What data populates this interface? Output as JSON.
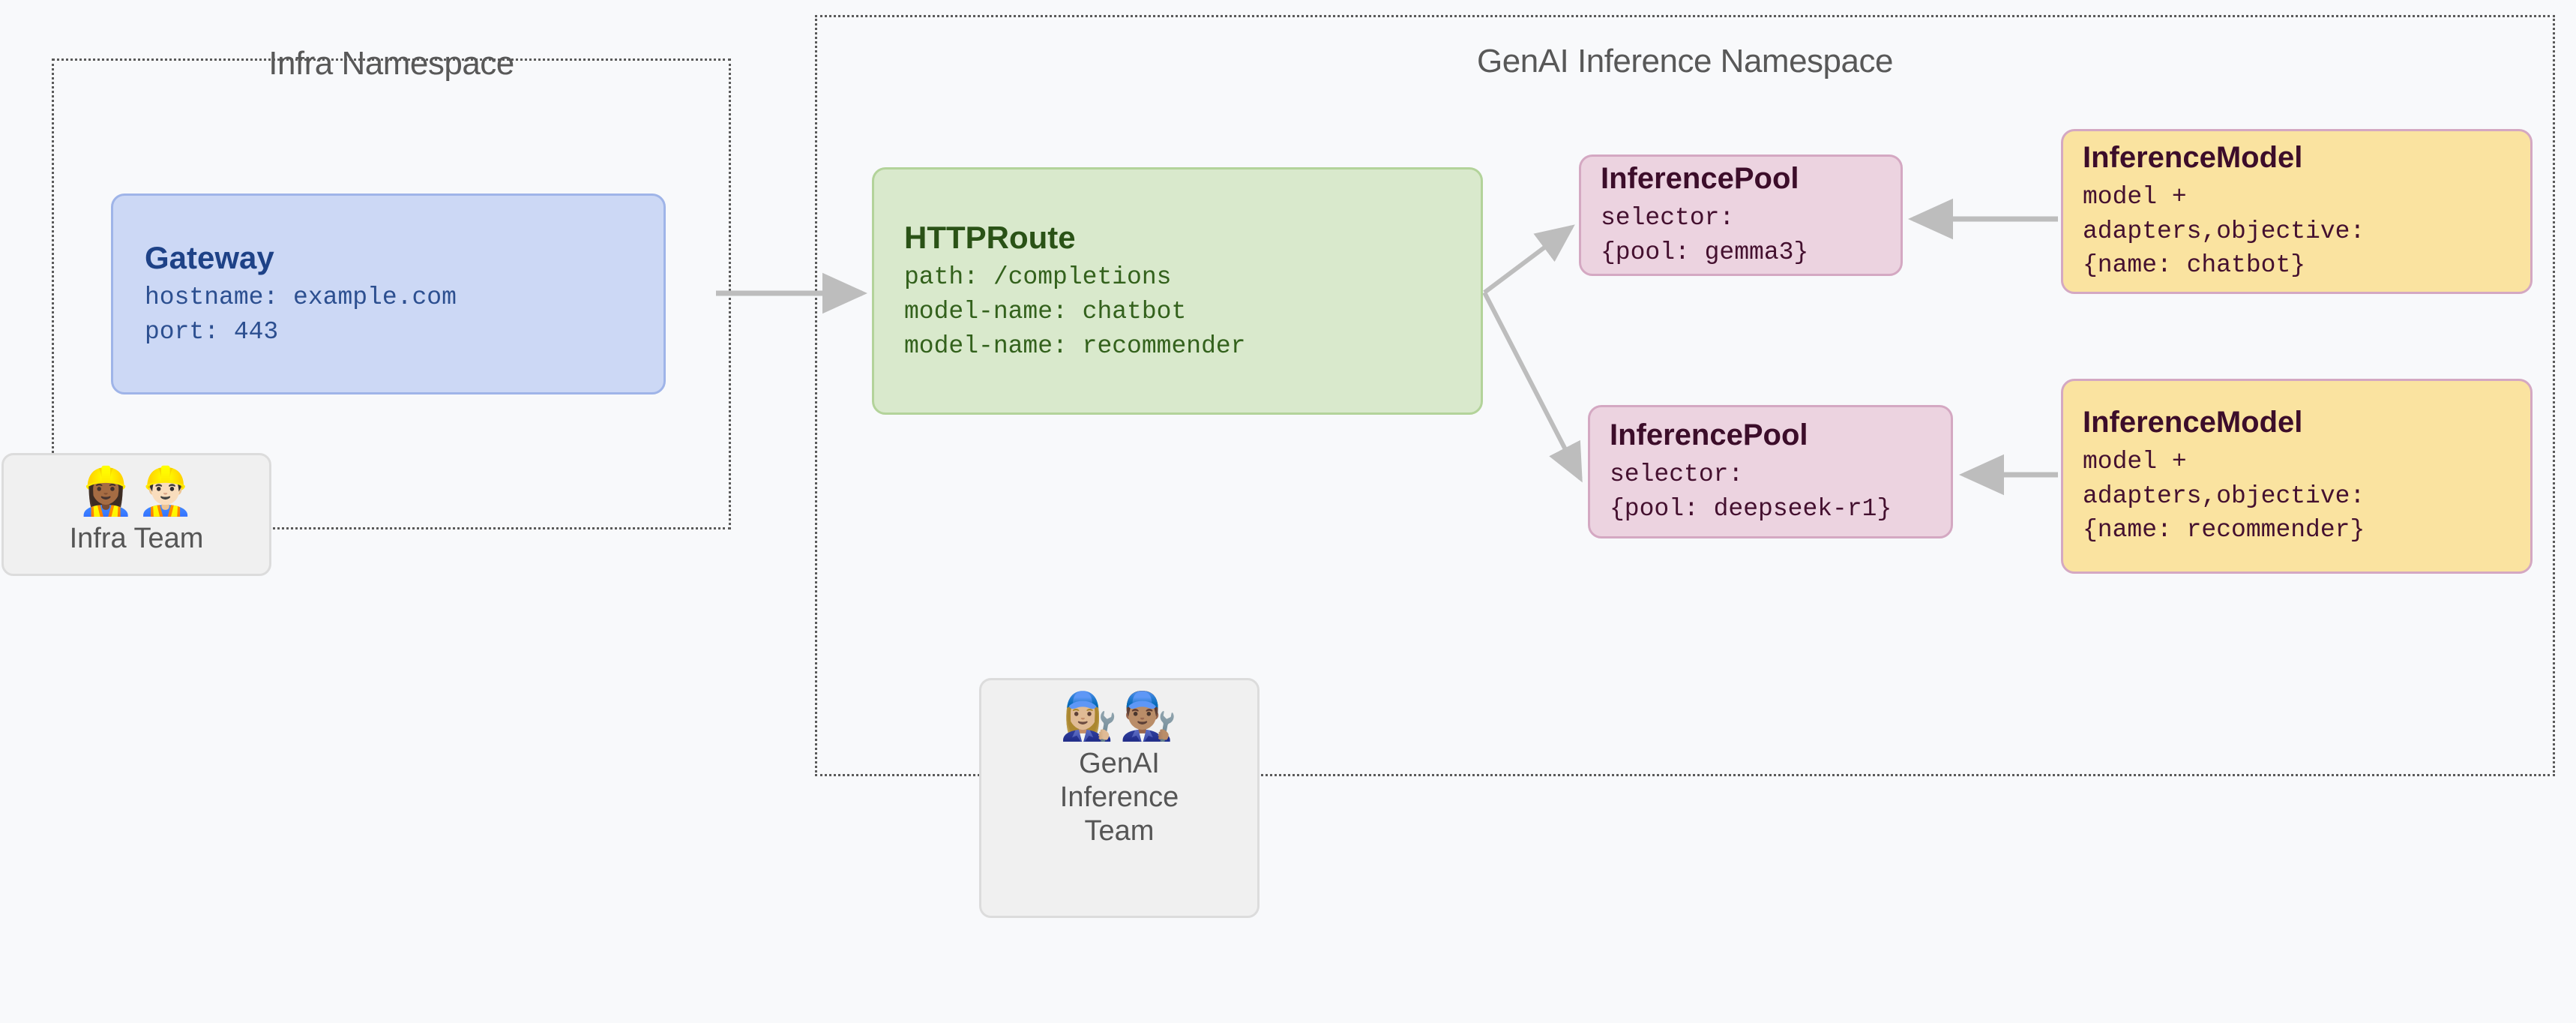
{
  "diagram": {
    "title": "Gateway API Inference Extension namespaces",
    "background_color": "#f8f9fb"
  },
  "namespaces": [
    {
      "id": "infra",
      "title": "Infra Namespace",
      "border_style": "dotted",
      "border_color": "#5a5a5a"
    },
    {
      "id": "genai",
      "title": "GenAI Inference Namespace",
      "border_style": "dotted",
      "border_color": "#5a5a5a"
    }
  ],
  "nodes": {
    "gateway": {
      "title": "Gateway",
      "lines": [
        "hostname: example.com",
        "port: 443"
      ],
      "fill": "#ccd8f5",
      "border": "#9fb4e8",
      "text_color": "#1e4287"
    },
    "httproute": {
      "title": "HTTPRoute",
      "lines": [
        "path: /completions",
        "model-name: chatbot",
        "model-name: recommender"
      ],
      "fill": "#d9e9cc",
      "border": "#b3d39a",
      "text_color": "#2a5216"
    },
    "pool_gemma3": {
      "title": "InferencePool",
      "lines": [
        "selector:",
        "{pool: gemma3}"
      ],
      "fill": "#ecd3e0",
      "border": "#d4a8c2",
      "text_color": "#3c0d2a"
    },
    "pool_deepseek": {
      "title": "InferencePool",
      "lines": [
        "selector:",
        "{pool: deepseek-r1}"
      ],
      "fill": "#ecd3e0",
      "border": "#d4a8c2",
      "text_color": "#3c0d2a"
    },
    "model_chatbot": {
      "title": "InferenceModel",
      "lines": [
        "model +",
        "adapters,objective:",
        "{name: chatbot}"
      ],
      "fill": "#fae3a0",
      "border": "#d4a8c2",
      "text_color": "#3c0d2a"
    },
    "model_recommender": {
      "title": "InferenceModel",
      "lines": [
        "model +",
        "adapters,objective:",
        "{name: recommender}"
      ],
      "fill": "#fae3a0",
      "border": "#d4a8c2",
      "text_color": "#3c0d2a"
    }
  },
  "teams": {
    "infra": {
      "label": "Infra Team",
      "emoji": "👷🏾‍♀️👷🏻‍♂️",
      "icon_names": [
        "construction-worker-woman-icon",
        "construction-worker-man-icon"
      ]
    },
    "genai": {
      "label": "GenAI\nInference\nTeam",
      "emoji": "👩🏼‍🔧👨🏽‍🔧",
      "icon_names": [
        "mechanic-woman-icon",
        "mechanic-man-icon"
      ]
    }
  },
  "edges": [
    {
      "from": "gateway",
      "to": "httproute",
      "style": "solid-arrow",
      "color": "#bdbdbd"
    },
    {
      "from": "httproute",
      "to": "pool_gemma3",
      "style": "solid-arrow",
      "color": "#bdbdbd"
    },
    {
      "from": "httproute",
      "to": "pool_deepseek",
      "style": "solid-arrow",
      "color": "#bdbdbd"
    },
    {
      "from": "model_chatbot",
      "to": "pool_gemma3",
      "style": "solid-arrow",
      "color": "#bdbdbd"
    },
    {
      "from": "model_recommender",
      "to": "pool_deepseek",
      "style": "solid-arrow",
      "color": "#bdbdbd"
    }
  ]
}
